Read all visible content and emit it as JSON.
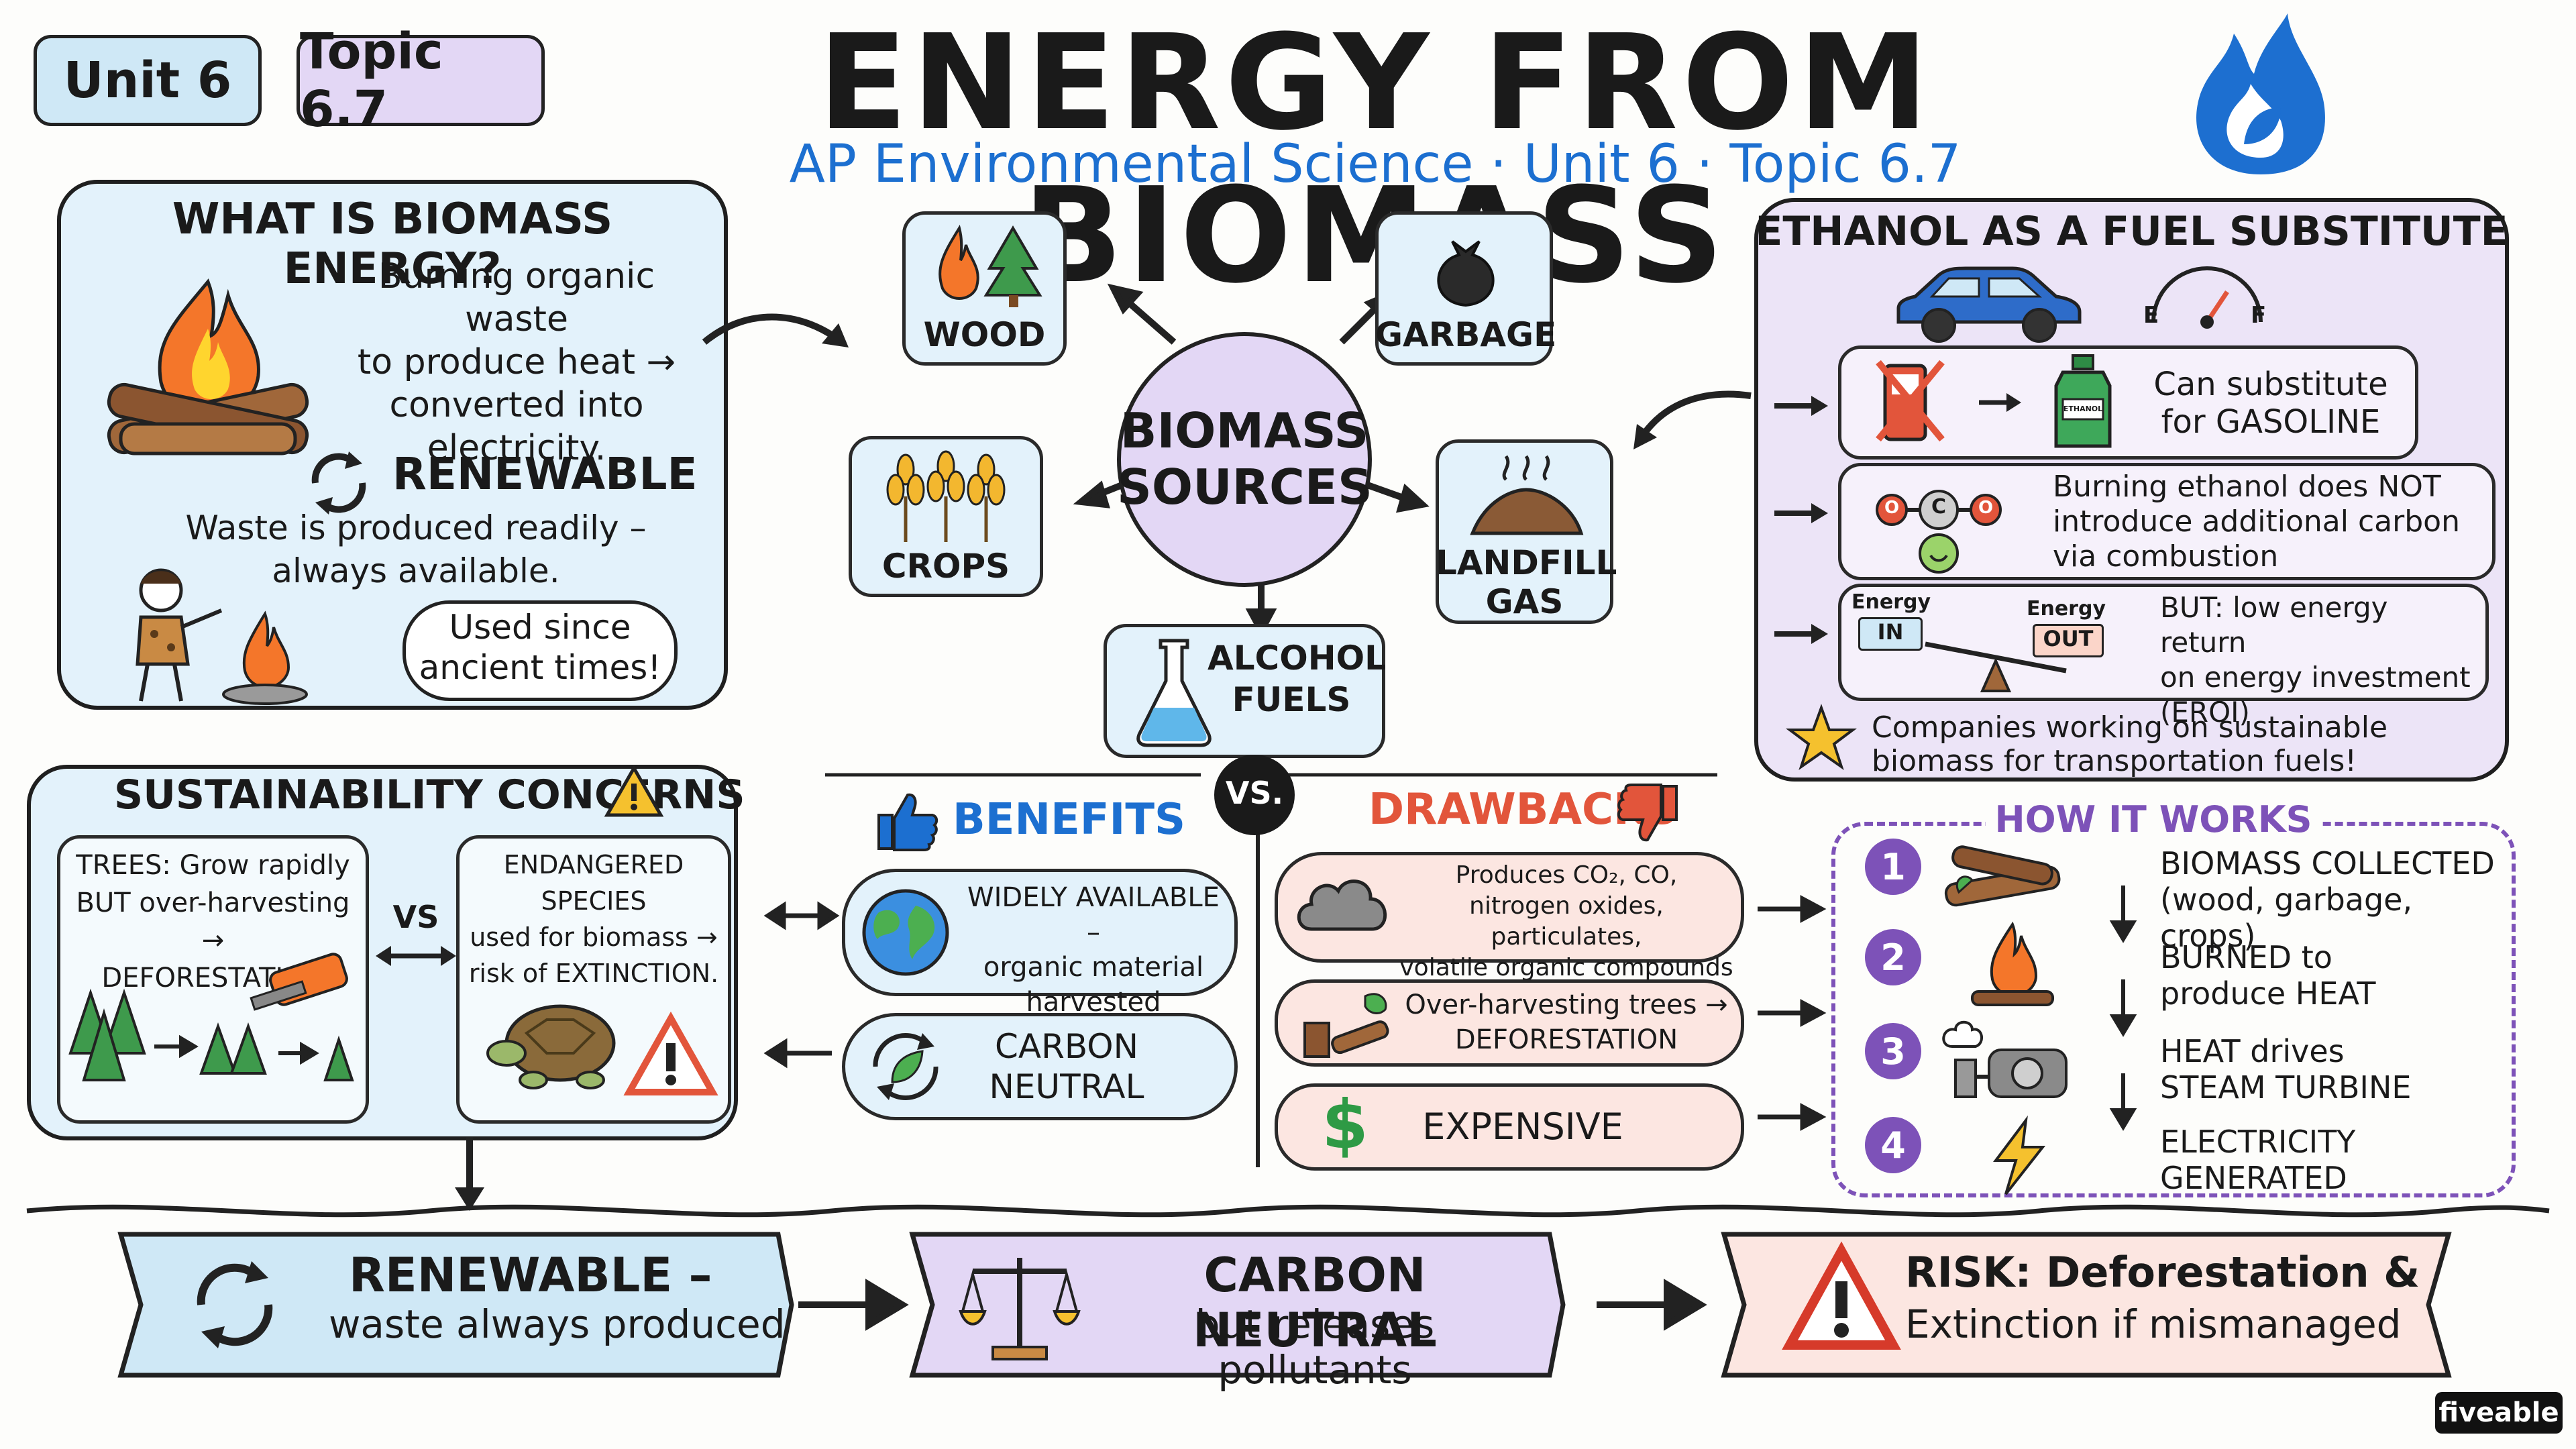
{
  "header": {
    "unit_badge": "Unit 6",
    "topic_badge": "Topic 6.7",
    "title": "ENERGY FROM BIOMASS",
    "subtitle": "AP Environmental Science · Unit 6 · Topic 6.7"
  },
  "what_is": {
    "heading": "WHAT IS BIOMASS ENERGY?",
    "desc_lines": [
      "Burning organic waste",
      "to produce heat →",
      "converted into",
      "electricity."
    ],
    "renewable_heading": "RENEWABLE",
    "renewable_lines": [
      "Waste is produced readily –",
      "always available."
    ],
    "bubble_lines": [
      "Used since",
      "ancient times!"
    ]
  },
  "sources": {
    "center_lines": [
      "BIOMASS",
      "SOURCES"
    ],
    "wood": "WOOD",
    "garbage": "GARBAGE",
    "crops": "CROPS",
    "landfill_lines": [
      "LANDFILL",
      "GAS"
    ],
    "alcohol_lines": [
      "ALCOHOL",
      "FUELS"
    ]
  },
  "ethanol": {
    "heading": "ETHANOL AS A FUEL SUBSTITUTE",
    "gauge_e": "E",
    "gauge_f": "F",
    "can_label": "ETHANOL",
    "row1_lines": [
      "Can substitute",
      "for GASOLINE"
    ],
    "row2_lines": [
      "Burning ethanol does NOT",
      "introduce additional carbon",
      "via combustion"
    ],
    "molecule_c": "C",
    "molecule_o1": "O",
    "molecule_o2": "O",
    "energy_in_top": "Energy",
    "energy_in": "IN",
    "energy_out_top": "Energy",
    "energy_out": "OUT",
    "row3_lines": [
      "BUT: low energy return",
      "on energy investment",
      "(EROI)"
    ],
    "note_lines": [
      "Companies working on sustainable",
      "biomass for transportation fuels!"
    ]
  },
  "sustainability": {
    "heading": "SUSTAINABILITY CONCERNS",
    "trees_lines": [
      "TREES: Grow rapidly",
      "BUT over-harvesting →",
      "DEFORESTATION"
    ],
    "vs": "VS",
    "species_lines": [
      "ENDANGERED SPECIES",
      "used for biomass →",
      "risk of EXTINCTION."
    ]
  },
  "vs_label": "VS.",
  "benefits": {
    "heading": "BENEFITS",
    "item1_lines": [
      "WIDELY AVAILABLE –",
      "organic material",
      "harvested anywhere"
    ],
    "item2_lines": [
      "CARBON",
      "NEUTRAL"
    ]
  },
  "drawbacks": {
    "heading": "DRAWBACKS",
    "item1_lines": [
      "Produces CO₂, CO,",
      "nitrogen oxides, particulates,",
      "volatile organic compounds"
    ],
    "item2_lines": [
      "Over-harvesting trees →",
      "DEFORESTATION"
    ],
    "item3": "EXPENSIVE",
    "dollar": "$"
  },
  "how": {
    "heading": "HOW IT WORKS",
    "steps": [
      {
        "n": "1",
        "lines": [
          "BIOMASS COLLECTED",
          "(wood, garbage, crops)"
        ]
      },
      {
        "n": "2",
        "lines": [
          "BURNED to",
          "produce HEAT"
        ]
      },
      {
        "n": "3",
        "lines": [
          "HEAT drives",
          "STEAM TURBINE"
        ]
      },
      {
        "n": "4",
        "lines": [
          "ELECTRICITY",
          "GENERATED"
        ]
      }
    ]
  },
  "summary": {
    "renewable_title": "RENEWABLE –",
    "renewable_sub": "waste always produced",
    "carbon_title": "CARBON NEUTRAL",
    "carbon_sub": "but releases pollutants",
    "risk_title": "RISK: Deforestation &",
    "risk_sub": "Extinction if mismanaged"
  },
  "brand": "fiveable",
  "colors": {
    "blue_panel": "#e3f2fb",
    "purple_panel": "#ece4f7",
    "red_panel": "#fce6e1",
    "title_blue": "#1c6fd0",
    "drawbacks_red": "#e2553b",
    "how_purple": "#7d52b8"
  }
}
